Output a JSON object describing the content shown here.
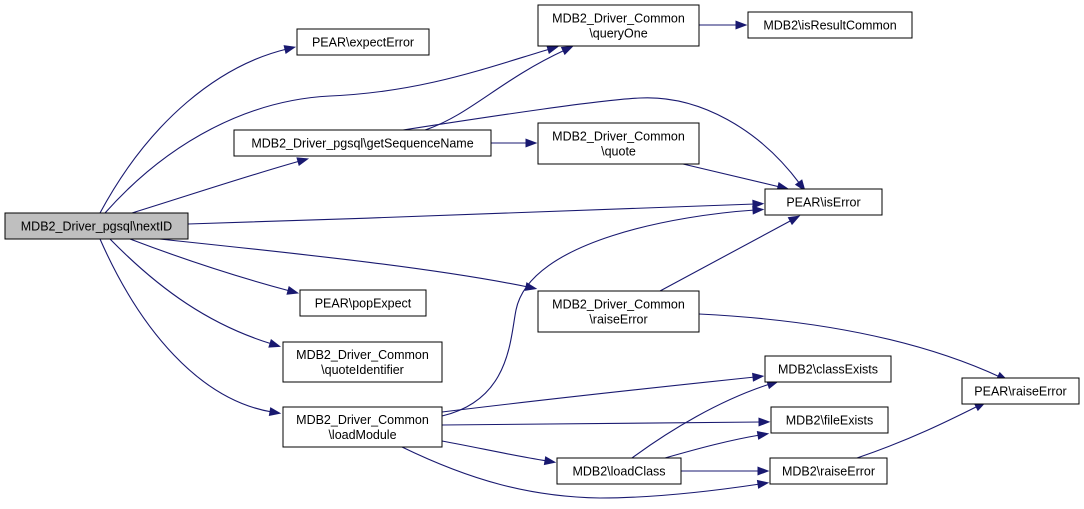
{
  "title": "Call graph for MDB2_Driver_pgsql\\nextID",
  "colors": {
    "edge": "#191970",
    "root_fill": "#bfbfbf",
    "node_fill": "#ffffff",
    "border": "#000000"
  },
  "nodes": [
    {
      "id": "nextID",
      "lines": [
        "MDB2_Driver_pgsql\\nextID"
      ],
      "root": true
    },
    {
      "id": "expectError",
      "lines": [
        "PEAR\\expectError"
      ]
    },
    {
      "id": "getSequenceName",
      "lines": [
        "MDB2_Driver_pgsql\\getSequenceName"
      ]
    },
    {
      "id": "queryOne",
      "lines": [
        "MDB2_Driver_Common",
        "\\queryOne"
      ]
    },
    {
      "id": "isResultCommon",
      "lines": [
        "MDB2\\isResultCommon"
      ]
    },
    {
      "id": "quote",
      "lines": [
        "MDB2_Driver_Common",
        "\\quote"
      ]
    },
    {
      "id": "isError",
      "lines": [
        "PEAR\\isError"
      ]
    },
    {
      "id": "popExpect",
      "lines": [
        "PEAR\\popExpect"
      ]
    },
    {
      "id": "commonRaiseError",
      "lines": [
        "MDB2_Driver_Common",
        "\\raiseError"
      ]
    },
    {
      "id": "quoteIdentifier",
      "lines": [
        "MDB2_Driver_Common",
        "\\quoteIdentifier"
      ]
    },
    {
      "id": "loadModule",
      "lines": [
        "MDB2_Driver_Common",
        "\\loadModule"
      ]
    },
    {
      "id": "classExists",
      "lines": [
        "MDB2\\classExists"
      ]
    },
    {
      "id": "fileExists",
      "lines": [
        "MDB2\\fileExists"
      ]
    },
    {
      "id": "loadClass",
      "lines": [
        "MDB2\\loadClass"
      ]
    },
    {
      "id": "mdb2RaiseError",
      "lines": [
        "MDB2\\raiseError"
      ]
    },
    {
      "id": "pearRaiseError",
      "lines": [
        "PEAR\\raiseError"
      ]
    }
  ],
  "edges": [
    {
      "from": "nextID",
      "to": "expectError"
    },
    {
      "from": "nextID",
      "to": "queryOne"
    },
    {
      "from": "nextID",
      "to": "getSequenceName"
    },
    {
      "from": "nextID",
      "to": "isError"
    },
    {
      "from": "nextID",
      "to": "commonRaiseError"
    },
    {
      "from": "nextID",
      "to": "popExpect"
    },
    {
      "from": "nextID",
      "to": "quoteIdentifier"
    },
    {
      "from": "nextID",
      "to": "loadModule"
    },
    {
      "from": "getSequenceName",
      "to": "queryOne"
    },
    {
      "from": "getSequenceName",
      "to": "quote"
    },
    {
      "from": "getSequenceName",
      "to": "isError"
    },
    {
      "from": "queryOne",
      "to": "isResultCommon"
    },
    {
      "from": "quote",
      "to": "isError"
    },
    {
      "from": "commonRaiseError",
      "to": "isError"
    },
    {
      "from": "commonRaiseError",
      "to": "pearRaiseError"
    },
    {
      "from": "loadModule",
      "to": "isError"
    },
    {
      "from": "loadModule",
      "to": "classExists"
    },
    {
      "from": "loadModule",
      "to": "fileExists"
    },
    {
      "from": "loadModule",
      "to": "loadClass"
    },
    {
      "from": "loadModule",
      "to": "mdb2RaiseError"
    },
    {
      "from": "loadClass",
      "to": "classExists"
    },
    {
      "from": "loadClass",
      "to": "fileExists"
    },
    {
      "from": "loadClass",
      "to": "mdb2RaiseError"
    },
    {
      "from": "mdb2RaiseError",
      "to": "pearRaiseError"
    }
  ]
}
